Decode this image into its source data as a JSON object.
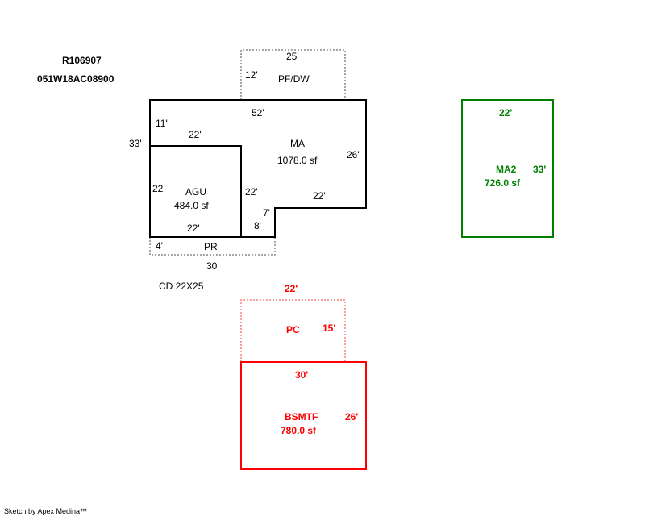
{
  "header": {
    "parcel_id": "R106907",
    "map_number": "051W18AC08900"
  },
  "colors": {
    "main": "#000000",
    "ma2": "#008000",
    "basement": "#ff0000",
    "dotted": "#888888"
  },
  "ma": {
    "label": "MA",
    "area": "1078.0 sf",
    "dims": [
      "52'",
      "26'",
      "22'",
      "7'",
      "8'",
      "33'",
      "11'",
      "22'"
    ]
  },
  "agu": {
    "label": "AGU",
    "area": "484.0 sf",
    "dims": [
      "22'",
      "22'",
      "22'"
    ]
  },
  "pfdw": {
    "label": "PF/DW",
    "dims": [
      "25'",
      "12'"
    ]
  },
  "pr": {
    "label": "PR",
    "dims": [
      "4'",
      "30'"
    ]
  },
  "note": "CD 22X25",
  "ma2": {
    "label": "MA2",
    "area": "726.0 sf",
    "dims": [
      "22'",
      "33'"
    ]
  },
  "pc": {
    "label": "PC",
    "dims": [
      "22'",
      "15'"
    ]
  },
  "bsmtf": {
    "label": "BSMTF",
    "area": "780.0 sf",
    "dims": [
      "30'",
      "26'"
    ]
  },
  "footer": "Sketch by Apex Medina™"
}
